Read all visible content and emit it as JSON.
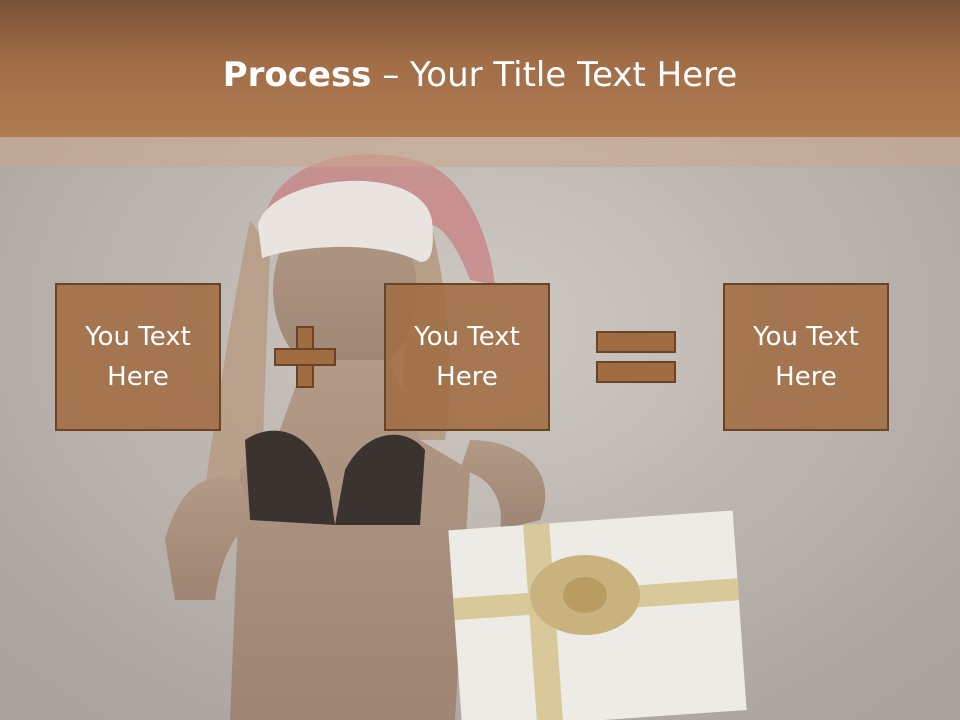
{
  "slide": {
    "title_bold": "Process",
    "title_rest": " – Your Title Text Here"
  },
  "boxes": [
    {
      "line1": "You Text",
      "line2": "Here"
    },
    {
      "line1": "You Text",
      "line2": "Here"
    },
    {
      "line1": "You Text",
      "line2": "Here"
    }
  ],
  "colors": {
    "header": "#a06d47",
    "box_fill": "#a06c42",
    "box_border": "#6b4426",
    "text": "#ffffff"
  }
}
